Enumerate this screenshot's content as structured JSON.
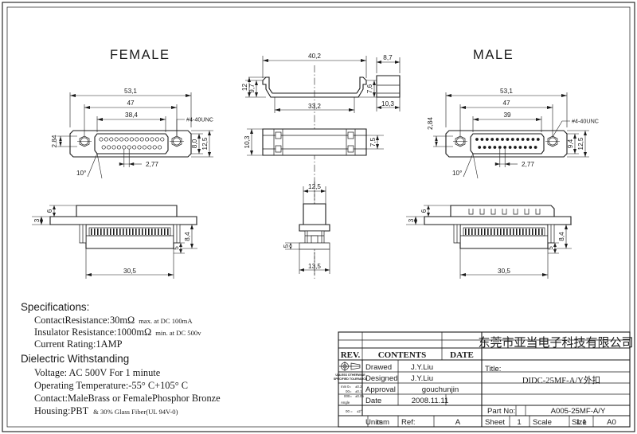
{
  "sheet": {
    "view_labels": {
      "female": "FEMALE",
      "male": "MALE"
    }
  },
  "female_front": {
    "dims": {
      "overall_width": "53,1",
      "screw_pitch": "47",
      "contact_span": "38,4",
      "pin_pitch": "2,77",
      "hole_height": "2,84",
      "body_height": "8,0",
      "flange_height": "12,5",
      "angle": "10°",
      "thread": "#4-40UNC"
    }
  },
  "male_front": {
    "dims": {
      "overall_width": "53,1",
      "screw_pitch": "47",
      "contact_span": "39",
      "pin_pitch": "2,77",
      "hole_height": "2,84",
      "body_height": "9,4",
      "flange_height": "12,5",
      "angle": "10°",
      "thread": "#4-40UNC"
    }
  },
  "center_top": {
    "dims": {
      "outer_width": "40,2",
      "inner_width": "33,2",
      "total_height": "12",
      "step_height": "9,7",
      "right_height": "7,6"
    }
  },
  "center_side": {
    "dims": {
      "width": "8,7",
      "depth": "10,3"
    }
  },
  "center_bottom": {
    "dims": {
      "left_height": "10,3",
      "right_height": "7,5"
    }
  },
  "female_side": {
    "dims": {
      "top_thk": "6",
      "plate_thk": "3",
      "body_height": "8,4",
      "lip": "5",
      "width": "30,5"
    }
  },
  "male_side": {
    "dims": {
      "top_thk": "6",
      "plate_thk": "3",
      "body_height": "8,4",
      "lip": "5",
      "width": "30,5"
    }
  },
  "center_detail": {
    "dims": {
      "top_width": "12,5",
      "bottom_width": "13,5",
      "lip": "5"
    }
  },
  "specifications": {
    "heading": "Specifications:",
    "lines": [
      {
        "main": "ContactResistance:30mΩ",
        "small": "max. at  DC  100mA"
      },
      {
        "main": "Insulator Resistance:1000mΩ",
        "small": "min. at  DC  500v"
      },
      {
        "main": "Current Rating:1AMP",
        "small": ""
      }
    ],
    "heading2": "Dielectric Withstanding",
    "lines2": [
      {
        "main": "Voltage: AC 500V For 1 minute",
        "small": ""
      },
      {
        "main": "Operating Temperature:-55° C+105° C",
        "small": ""
      },
      {
        "main": "Contact:MaleBrass or FemalePhosphor Bronze",
        "small": ""
      },
      {
        "main": " Housing:PBT",
        "small": "&  30%  Glass  Fiber(UL  94V-0)"
      }
    ]
  },
  "title_block": {
    "company": "东莞市亚当电子科技有限公司",
    "headers": {
      "rev": "REV.",
      "contents": "CONTENTS",
      "date": "DATE"
    },
    "projection_symbol": "first-angle-projection",
    "tolerance_note": {
      "line1": "UNLESS OTHERWISE",
      "line2": "SPECIFIED TOLERANCE",
      "sym_linear": "mm",
      "rows": [
        {
          "places": "0=",
          "value": "±0.2"
        },
        {
          "places": "00=",
          "value": "±0.1"
        },
        {
          "places": "000=",
          "value": "±0.05"
        }
      ],
      "sym_angle": "Angle",
      "angle_row": {
        "places": "00  =",
        "value": "±2°"
      }
    },
    "rows": [
      {
        "label": "Drawed",
        "value": "J.Y.Liu"
      },
      {
        "label": "Designed",
        "value": "J.Y.Liu"
      },
      {
        "label": "Approval",
        "value": "gouchunjin"
      },
      {
        "label": "Date",
        "value": "2008.11.11"
      }
    ],
    "units_row": {
      "units_label": "Units",
      "units_value": "mm",
      "ref_label": "Ref:",
      "ref_value": "A"
    },
    "title_label": "Title:",
    "title_value": "DIDC-25MF-A/Y外扣",
    "part_label": "Part No:",
    "part_value": "A005-25MF-A/Y",
    "sheet_label": "Sheet",
    "sheet_value": "1",
    "scale_label": "Scale",
    "scale_value": "1:1",
    "size_label": "Size",
    "size_value": "A0"
  }
}
